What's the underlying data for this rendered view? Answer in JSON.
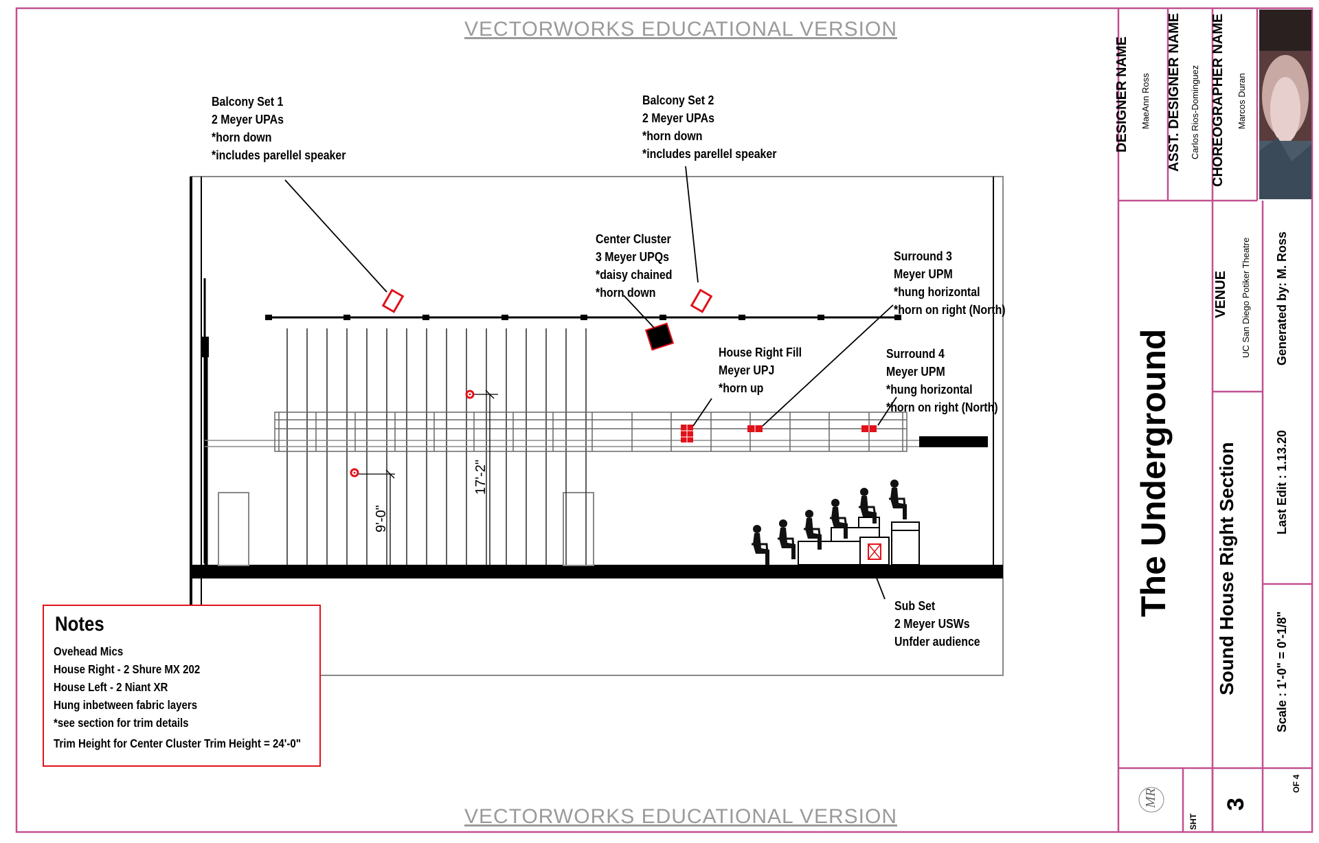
{
  "watermark": "VECTORWORKS EDUCATIONAL VERSION",
  "colors": {
    "border": "#c0508f",
    "speaker": "#e0121a",
    "notes_border": "#e0121a"
  },
  "callouts": {
    "balcony1": [
      "Balcony Set 1",
      "2 Meyer UPAs",
      "*horn down",
      "*includes parellel speaker"
    ],
    "balcony2": [
      "Balcony Set 2",
      "2 Meyer UPAs",
      "*horn down",
      "*includes parellel speaker"
    ],
    "center": [
      "Center Cluster",
      "3 Meyer UPQs",
      "*daisy chained",
      "*horn down"
    ],
    "surround3": [
      "Surround 3",
      "Meyer UPM",
      "*hung horizontal",
      "*horn on right (North)"
    ],
    "house_fill": [
      "House Right Fill",
      "Meyer UPJ",
      "*horn up"
    ],
    "surround4": [
      "Surround 4",
      "Meyer UPM",
      "*hung horizontal",
      "*horn on right (North)"
    ],
    "sub": [
      "Sub Set",
      "2 Meyer USWs",
      "Unfder audience"
    ]
  },
  "dimensions": {
    "dim1": "9'-0\"",
    "dim2": "17'-2\""
  },
  "notes": {
    "title": "Notes",
    "lines": [
      "Ovehead Mics",
      "House Right - 2 Shure MX 202",
      "House Left - 2 Niant XR",
      "Hung inbetween fabric layers",
      "*see section for trim details",
      "Trim Height for  Center Cluster Trim Height = 24'-0\""
    ]
  },
  "title_block": {
    "designer_label": "DESIGNER NAME",
    "designer": "MaeAnn Ross",
    "asst_label": "ASST.  DESIGNER NAME",
    "asst": "Carlos Rios-Dominguez",
    "choreo_label": "CHOREOGRAPHER NAME",
    "choreo": "Marcos Duran",
    "show_title": "The Underground",
    "venue_label": "VENUE",
    "venue": "UC San Diego Potiker Theatre",
    "generated": "Generated by: M. Ross",
    "drawing_title": "Sound House Right Section",
    "last_edit": "Last Edit : 1.13.20",
    "scale": "Scale : 1'-0\" = 0'-1/8\"",
    "logo": "MR",
    "sht_label": "SHT",
    "sheet_number": "3",
    "of_label": "OF 4"
  }
}
